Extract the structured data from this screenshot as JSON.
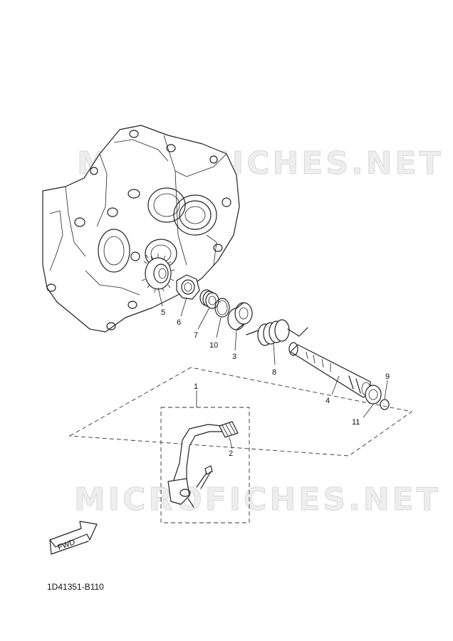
{
  "watermarks": [
    "MICROFICHES.NET",
    "MICROFICHES.NET"
  ],
  "diagram_code": "1D41351-B110",
  "fwd_label": "FWD",
  "callouts": [
    "1",
    "2",
    "3",
    "4",
    "5",
    "6",
    "7",
    "8",
    "9",
    "10",
    "11"
  ]
}
